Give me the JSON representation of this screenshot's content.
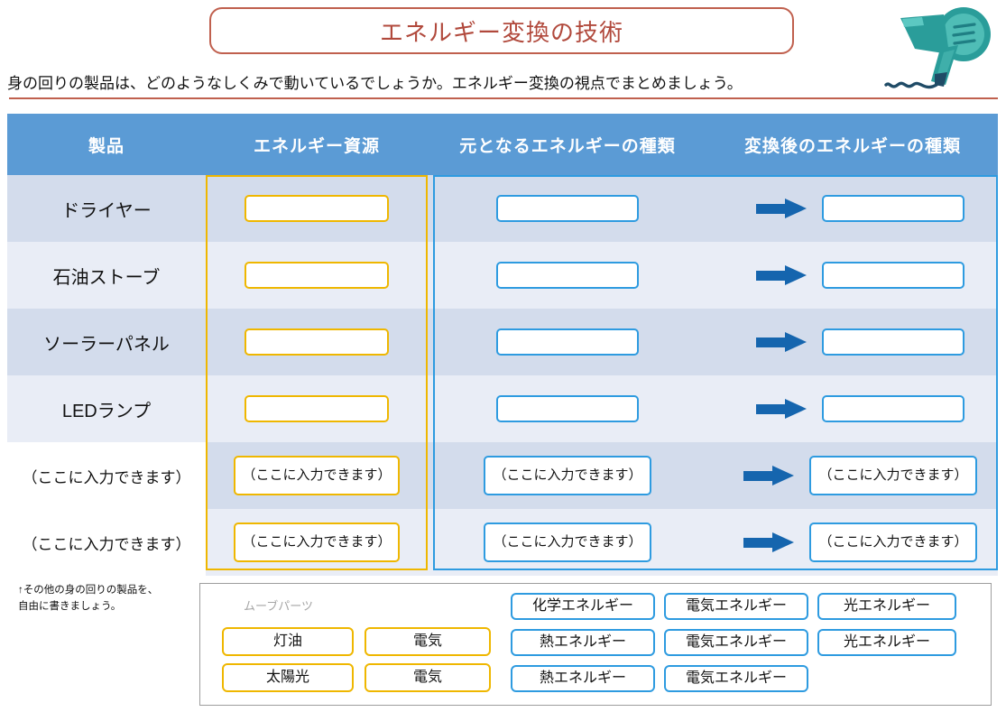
{
  "header": {
    "title": "エネルギー変換の技術",
    "subtitle": "身の回りの製品は、どのようなしくみで動いているでしょうか。エネルギー変換の視点でまとめましょう。",
    "illustration": "hairdryer-illustration",
    "title_border_color": "#C0604E",
    "title_text_color": "#B1493C",
    "rule_color": "#C0604E"
  },
  "table": {
    "header_bg": "#5B9BD5",
    "columns": [
      {
        "label": "製品"
      },
      {
        "label": "エネルギー資源"
      },
      {
        "label": "元となるエネルギーの種類"
      },
      {
        "label": "変換後のエネルギーの種類"
      }
    ],
    "placeholder": "（ここに入力できます）",
    "rows": [
      {
        "product": "ドライヤー",
        "resource": "",
        "from": "",
        "to": "",
        "free": false
      },
      {
        "product": "石油ストーブ",
        "resource": "",
        "from": "",
        "to": "",
        "free": false
      },
      {
        "product": "ソーラーパネル",
        "resource": "",
        "from": "",
        "to": "",
        "free": false
      },
      {
        "product": "LEDランプ",
        "resource": "",
        "from": "",
        "to": "",
        "free": false
      },
      {
        "product": "（ここに入力できます）",
        "resource": "（ここに入力できます）",
        "from": "（ここに入力できます）",
        "to": "（ここに入力できます）",
        "free": true
      },
      {
        "product": "（ここに入力できます）",
        "resource": "（ここに入力できます）",
        "from": "（ここに入力できます）",
        "to": "（ここに入力できます）",
        "free": true
      }
    ],
    "arrow_color": "#1565AE",
    "gold_color": "#EFB700",
    "blue_color": "#2E9BE0"
  },
  "note": {
    "line1": "↑その他の身の回りの製品を、",
    "line2": "自由に書きましょう。"
  },
  "parts_panel": {
    "label": "ムーブパーツ",
    "gold_chips": [
      "灯油",
      "電気",
      "太陽光",
      "電気"
    ],
    "blue_chips": [
      "化学エネルギー",
      "電気エネルギー",
      "光エネルギー",
      "熱エネルギー",
      "電気エネルギー",
      "光エネルギー",
      "熱エネルギー",
      "電気エネルギー"
    ]
  }
}
